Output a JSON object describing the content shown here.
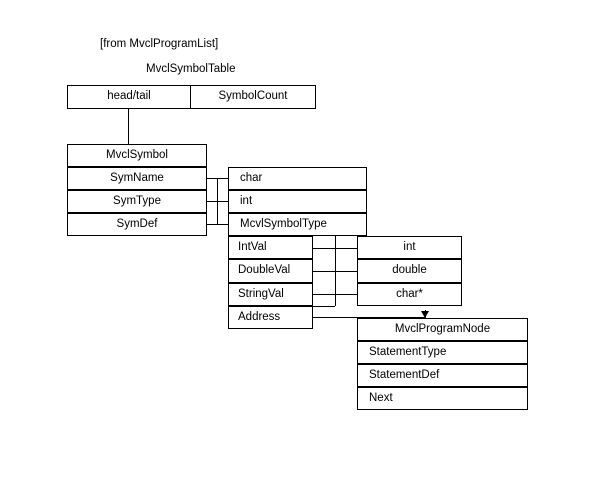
{
  "diagram": {
    "annotations": {
      "source_note": "[from MvclProgramList]",
      "table_title": "MvclSymbolTable"
    },
    "symbol_table": {
      "name": "MvclSymbolTable",
      "fields": [
        {
          "label": "head/tail"
        },
        {
          "label": "SymbolCount"
        }
      ]
    },
    "symbol_struct": {
      "title": "MvclSymbol",
      "fields": [
        {
          "label": "SymName",
          "type": "char"
        },
        {
          "label": "SymType",
          "type": "int"
        },
        {
          "label": "SymDef",
          "type": "McvlSymbolType"
        }
      ]
    },
    "symbol_types": [
      {
        "label": "char"
      },
      {
        "label": "int"
      },
      {
        "label": "McvlSymbolType"
      }
    ],
    "symbol_type_union": {
      "fields": [
        {
          "label": "IntVal",
          "type": "int"
        },
        {
          "label": "DoubleVal",
          "type": "double"
        },
        {
          "label": "StringVal",
          "type": "char*"
        },
        {
          "label": "Address",
          "type": ""
        }
      ]
    },
    "union_types": [
      {
        "label": "int"
      },
      {
        "label": "double"
      },
      {
        "label": "char*"
      }
    ],
    "program_node": {
      "title": "MvclProgramNode",
      "fields": [
        {
          "label": "StatementType"
        },
        {
          "label": "StatementDef"
        },
        {
          "label": "Next"
        }
      ]
    },
    "colors": {
      "line": "#000000",
      "text": "#000000",
      "background": "#ffffff"
    }
  }
}
